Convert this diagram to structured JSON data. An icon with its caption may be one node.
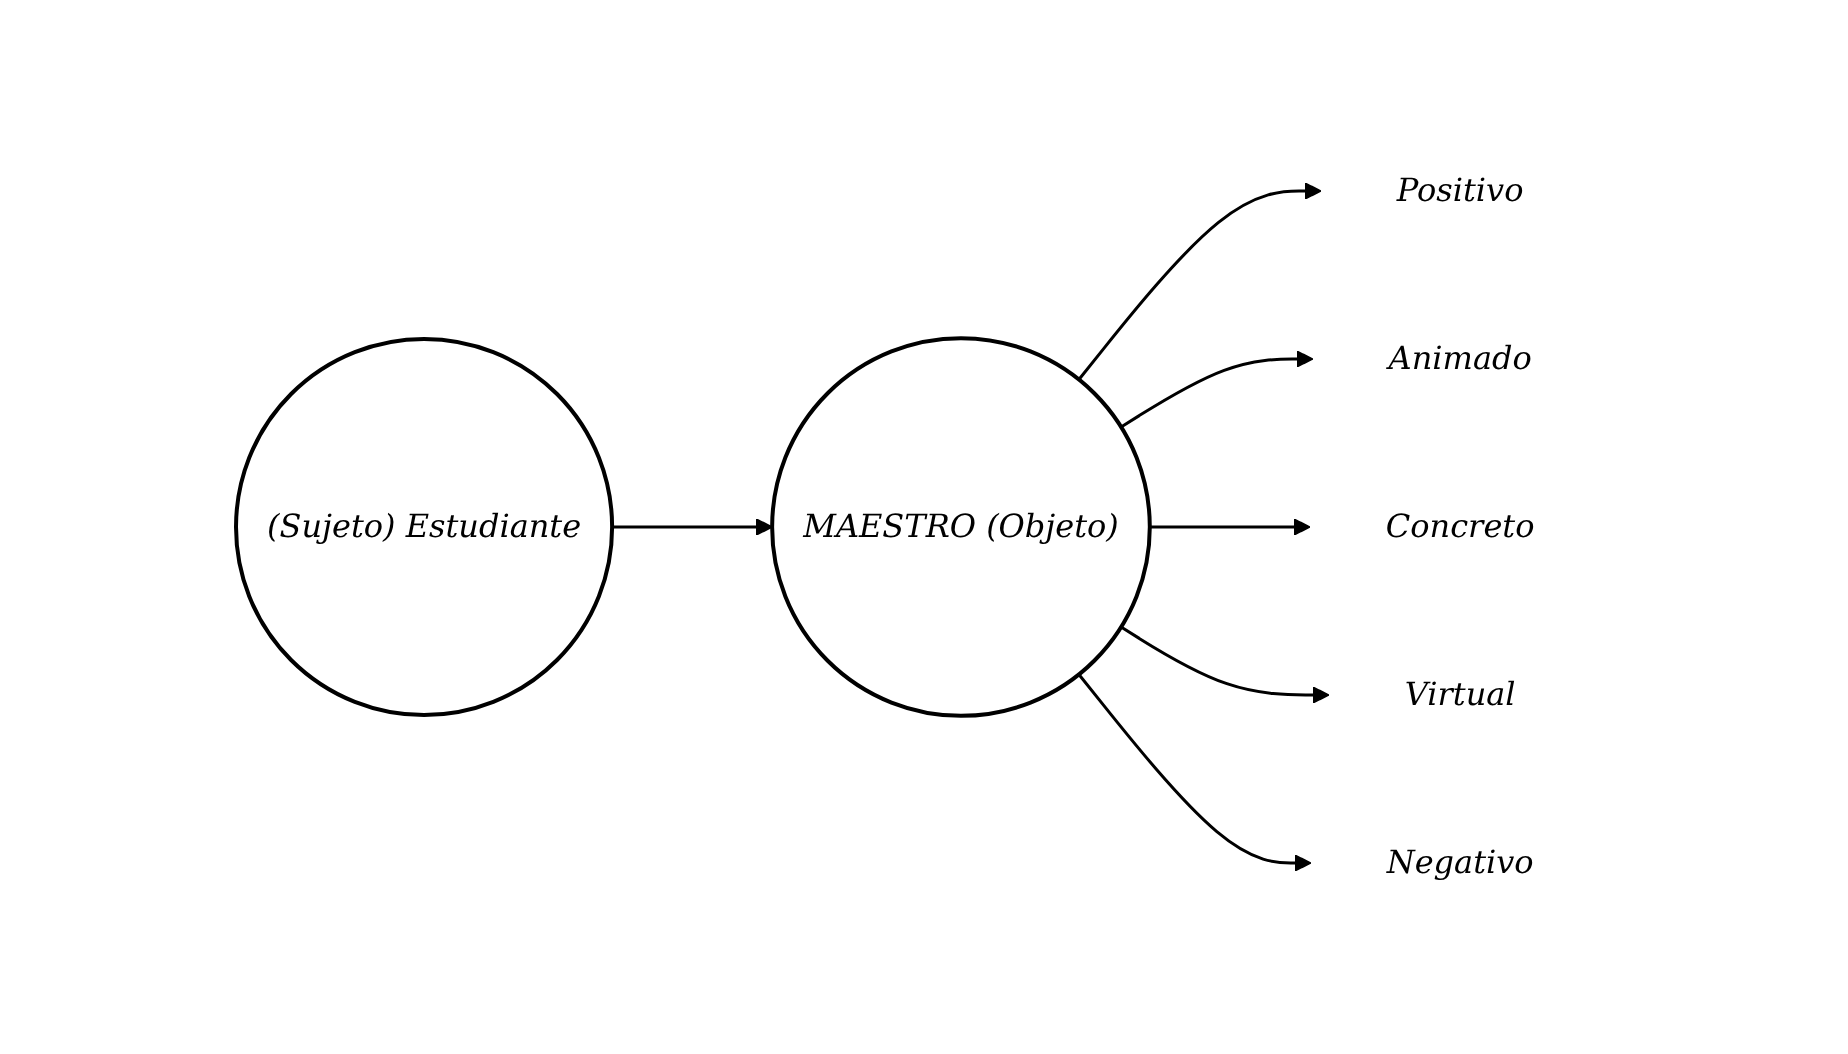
{
  "diagram": {
    "nodes": [
      {
        "text": [
          "Positivo"
        ]
      },
      {
        "text": [
          "Animado"
        ]
      },
      {
        "text": [
          "Concreto"
        ]
      },
      {
        "text": [
          "(Sujeto) Estudiante"
        ]
      },
      {
        "text": [
          "MAESTRO (Objeto)"
        ]
      },
      {
        "text": [
          "Virtual"
        ]
      },
      {
        "text": [
          "Negativo"
        ]
      }
    ],
    "edges": [
      {
        "from": 3,
        "to": 4,
        "arrow": "to"
      },
      {
        "from": 4,
        "to": 0,
        "arrow": "to"
      },
      {
        "from": 4,
        "to": 1,
        "arrow": "to"
      },
      {
        "from": 4,
        "to": 2,
        "arrow": "to"
      },
      {
        "from": 4,
        "to": 5,
        "arrow": "to"
      },
      {
        "from": 4,
        "to": 6,
        "arrow": "to"
      }
    ]
  }
}
